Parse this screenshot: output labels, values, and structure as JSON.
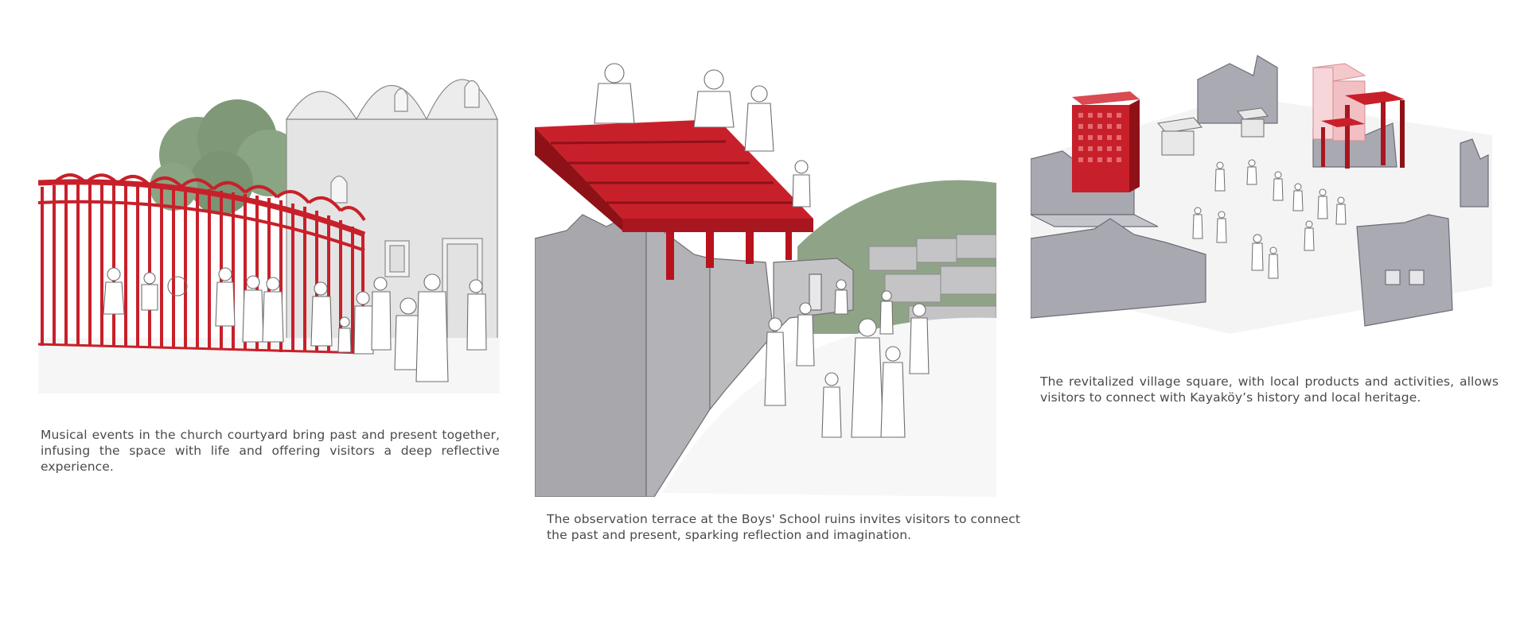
{
  "scenes": [
    {
      "caption": "Musical events in the church courtyard bring past and present together, infusing the space with life and offering visitors a deep reflective experience."
    },
    {
      "caption": "The observation terrace at the Boys' School ruins invites visitors to connect the past and present, sparking reflection and imagination."
    },
    {
      "caption": "The revitalized village square, with local products and activities, allows visitors to connect with Kayaköy’s history and local heritage."
    }
  ],
  "colors": {
    "accent_red": "#c8202a",
    "dark_red": "#8f1118",
    "wall_grey": "#a9a9ad",
    "wall_light": "#e6e6e6",
    "foliage": "#7f9a78",
    "caption_text": "#4a4a4a"
  }
}
